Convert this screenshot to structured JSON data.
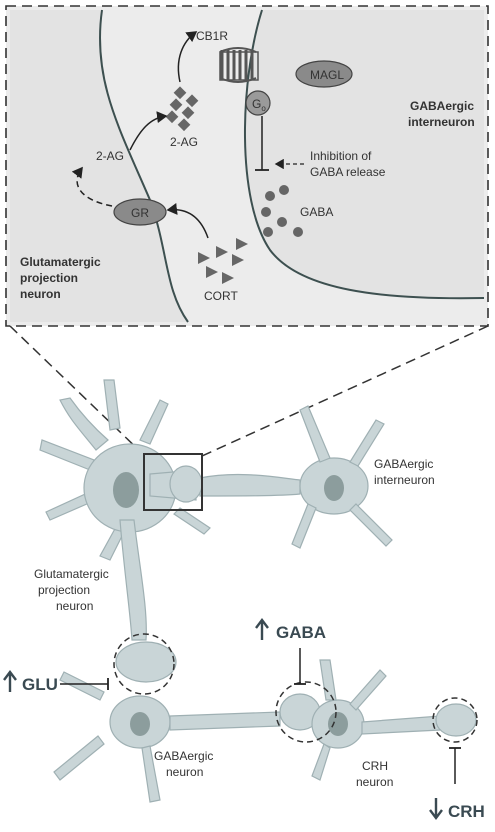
{
  "inset": {
    "cb1r": "CB1R",
    "magl": "MAGL",
    "go_main": "G",
    "go_sub": "o",
    "gabaergic_interneuron": [
      "GABAergic",
      "interneuron"
    ],
    "two_ag_top": "2-AG",
    "two_ag_left": "2-AG",
    "inhibition": [
      "Inhibition of",
      "GABA release"
    ],
    "gr": "GR",
    "gaba": "GABA",
    "glutamatergic_projection_neuron": [
      "Glutamatergic",
      "projection",
      "neuron"
    ],
    "cort": "CORT"
  },
  "lower": {
    "gabaergic_interneuron": [
      "GABAergic",
      "interneuron"
    ],
    "glutamatergic_projection_neuron": [
      "Glutamatergic",
      "projection",
      "neuron"
    ],
    "up_gaba": "GABA",
    "up_glu": "GLU",
    "gabaergic_neuron": [
      "GABAergic",
      "neuron"
    ],
    "crh_neuron": [
      "CRH",
      "neuron"
    ],
    "down_crh": "CRH"
  },
  "colors": {
    "neuron_fill": "#c9d5d7",
    "neuron_stroke": "#9fb0b3",
    "nucleus": "#8c9d9d",
    "membrane": "#3d5050",
    "inset_bg": "#ececec",
    "molecule": "#666666",
    "dark_label": "#3a4a52"
  }
}
